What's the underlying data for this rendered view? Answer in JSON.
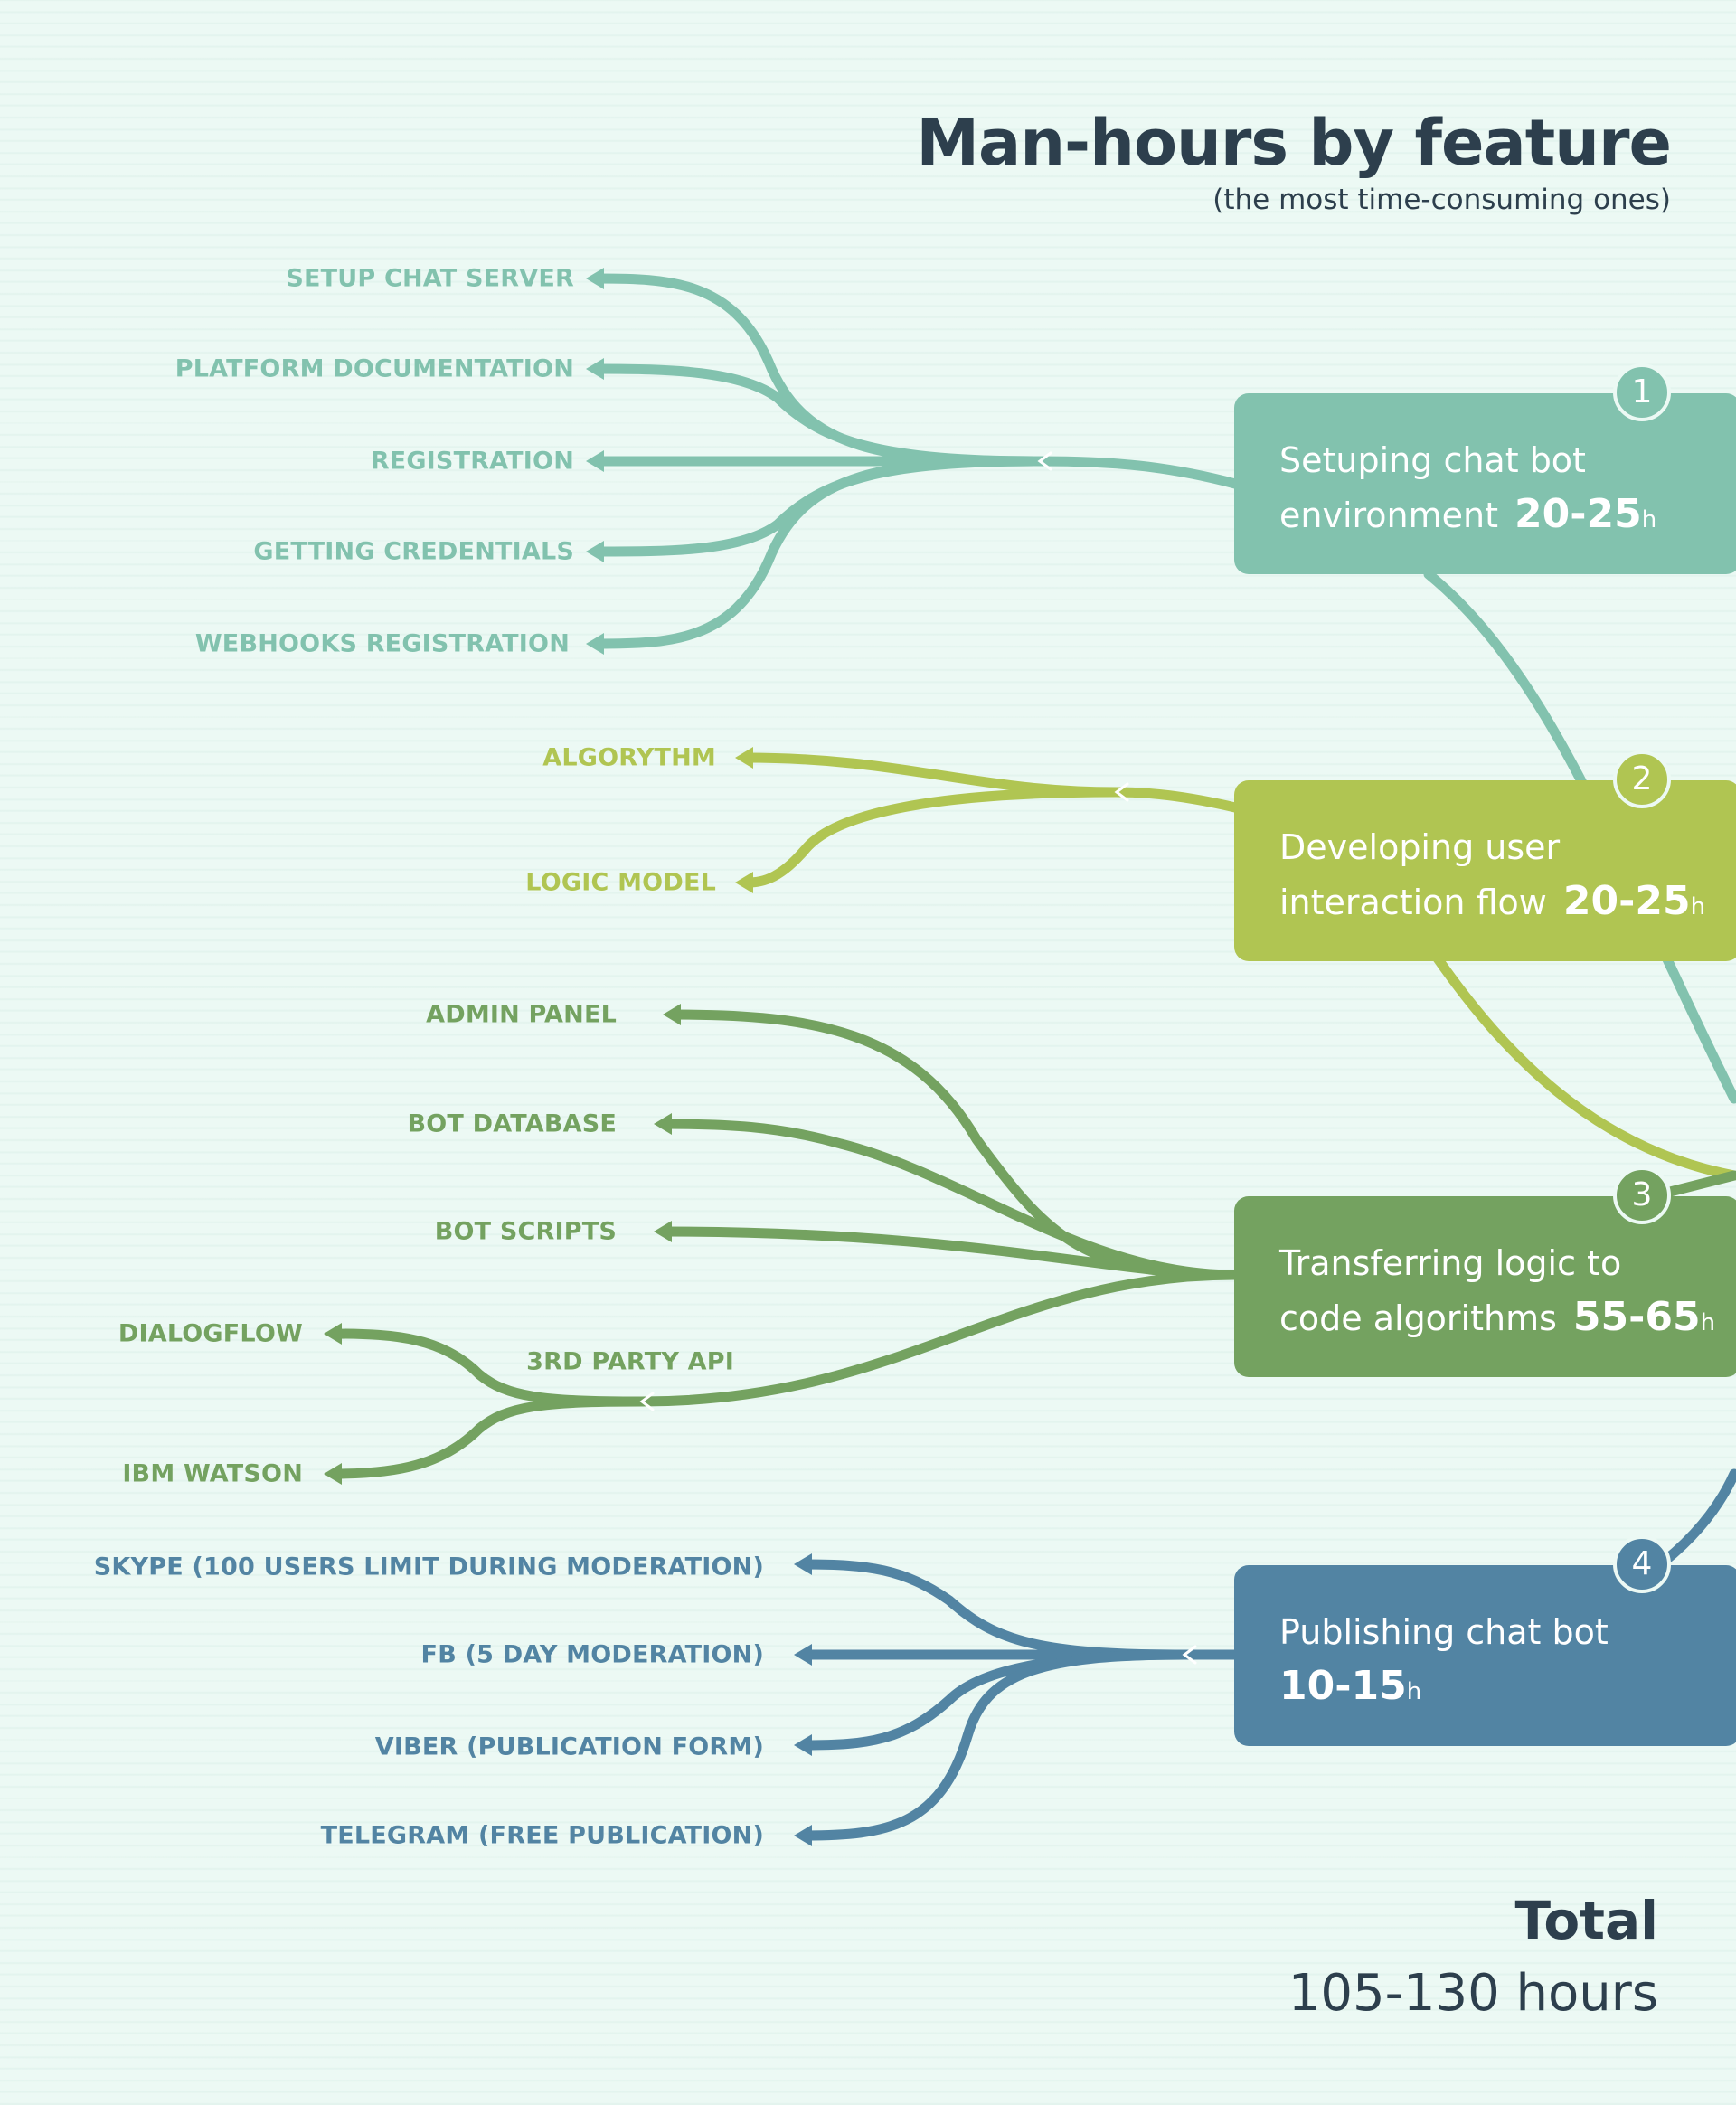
{
  "header": {
    "title": "Man-hours by feature",
    "subtitle": "(the most time-consuming ones)"
  },
  "colors": {
    "setup": "#82c2ae",
    "flow": "#b0c552",
    "transfer": "#74a260",
    "publish": "#5284a3",
    "text_dark": "#2d3f4d"
  },
  "features": [
    {
      "number": "1",
      "line1": "Setuping chat bot",
      "line2": "environment",
      "hours": "20-25",
      "unit": "h",
      "leaves": [
        "SETUP CHAT SERVER",
        "PLATFORM DOCUMENTATION",
        "REGISTRATION",
        "GETTING CREDENTIALS",
        "WEBHOOKS REGISTRATION"
      ]
    },
    {
      "number": "2",
      "line1": "Developing user",
      "line2": "interaction flow",
      "hours": "20-25",
      "unit": "h",
      "leaves": [
        "ALGORYTHM",
        "LOGIC MODEL"
      ]
    },
    {
      "number": "3",
      "line1": "Transferring logic to",
      "line2": "code algorithms",
      "hours": "55-65",
      "unit": "h",
      "leaves": [
        "ADMIN PANEL",
        "BOT DATABASE",
        "BOT SCRIPTS"
      ],
      "sub_branch": {
        "label": "3RD PARTY API",
        "leaves": [
          "DIALOGFLOW",
          "IBM WATSON"
        ]
      }
    },
    {
      "number": "4",
      "line1": "Publishing chat bot",
      "line2": "",
      "hours": "10-15",
      "unit": "h",
      "leaves": [
        "SKYPE (100 USERS LIMIT DURING MODERATION)",
        "FB (5 DAY MODERATION)",
        "VIBER (PUBLICATION FORM)",
        "TELEGRAM (FREE PUBLICATION)"
      ]
    }
  ],
  "total": {
    "label": "Total",
    "value": "105-130 hours"
  }
}
